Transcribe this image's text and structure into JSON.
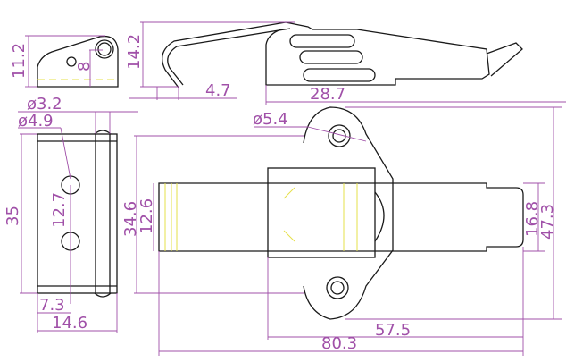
{
  "drawing": {
    "title": "Over-centre latch technical drawing",
    "colors": {
      "outline": "#1a1a1a",
      "dimension": "#a050a8",
      "centerline": "#e6e04a"
    },
    "dimensions": {
      "catch_height": "11.2",
      "catch_hole_offset": "8",
      "hook_height": "14.2",
      "hook_width": "4.7",
      "base_length": "28.7",
      "pivot_diameter": "ø5.4",
      "hole_diameter_small": "ø3.2",
      "hole_diameter_large": "ø4.9",
      "catch_length": "35",
      "hole_spacing": "12.7",
      "hole_edge_offset": "7.3",
      "catch_width": "14.6",
      "body_width": "34.6",
      "inner_width": "12.6",
      "lever_end_width": "16.8",
      "overall_width": "47.3",
      "base_plate_length": "57.5",
      "overall_length": "80.3"
    }
  }
}
